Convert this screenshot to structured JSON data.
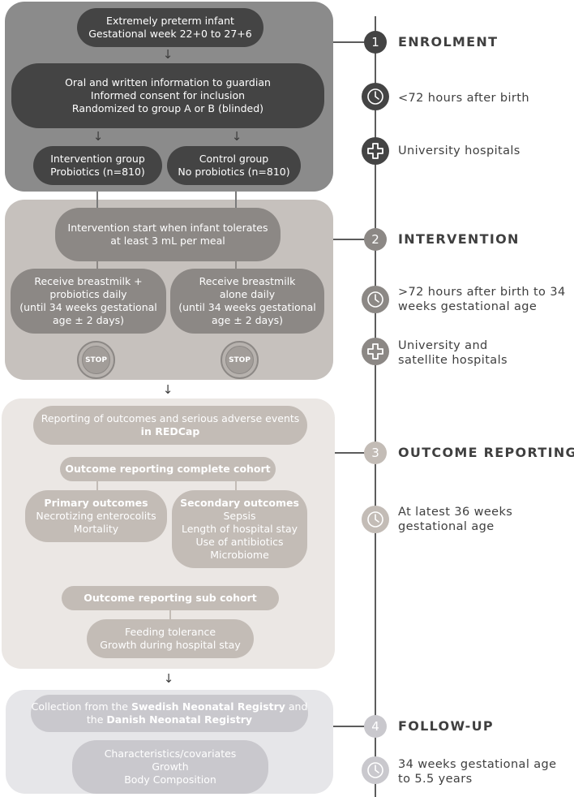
{
  "colors": {
    "stage1": "#595959",
    "stage2": "#8c8885",
    "stage3": "#bab5b1",
    "stage4": "#c9c8cd"
  },
  "enrolment": {
    "infant_box": [
      "Extremely preterm infant",
      "Gestational week 22+0 to 27+6"
    ],
    "consent_box": [
      "Oral and written information to guardian",
      "Informed consent for inclusion",
      "Randomized to group A or B (blinded)"
    ],
    "intervention_group": [
      "Intervention group",
      "Probiotics (n=810)"
    ],
    "control_group": [
      "Control group",
      "No probiotics (n=810)"
    ]
  },
  "intervention": {
    "start_box": [
      "Intervention start when infant tolerates",
      "at least 3 mL per meal"
    ],
    "left_box": [
      "Receive breastmilk +",
      "probiotics daily",
      "(until 34 weeks gestational",
      "age ± 2 days)"
    ],
    "right_box": [
      "Receive breastmilk",
      "alone daily",
      "(until 34 weeks gestational",
      "age ± 2 days)"
    ],
    "stop_label": "STOP"
  },
  "outcomes": {
    "reporting_line1": "Reporting of outcomes and serious adverse events",
    "reporting_line2_bold": "in REDCap",
    "complete_cohort": "Outcome reporting complete cohort",
    "primary_title": "Primary outcomes",
    "primary_items": [
      "Necrotizing enterocolits",
      "Mortality"
    ],
    "secondary_title": "Secondary outcomes",
    "secondary_items": [
      "Sepsis",
      "Length of hospital stay",
      "Use of antibiotics",
      "Microbiome"
    ],
    "sub_cohort": "Outcome reporting sub cohort",
    "sub_items": [
      "Feeding tolerance",
      "Growth during hospital stay"
    ]
  },
  "followup": {
    "collection_part1": "Collection from the ",
    "collection_bold1": "Swedish Neonatal Registry",
    "collection_part2": " and",
    "collection_part3": "the ",
    "collection_bold2": "Danish Neonatal Registry",
    "items": [
      "Characteristics/covariates",
      "Growth",
      "Body Composition"
    ]
  },
  "timeline": {
    "stages": [
      {
        "number": "1",
        "title": "ENROLMENT"
      },
      {
        "number": "2",
        "title": "INTERVENTION"
      },
      {
        "number": "3",
        "title": "OUTCOME REPORTING"
      },
      {
        "number": "4",
        "title": "FOLLOW-UP"
      }
    ],
    "s1_time": [
      "<72 hours after birth"
    ],
    "s1_place": [
      "University hospitals"
    ],
    "s2_time": [
      ">72 hours after birth to 34",
      "weeks gestational age"
    ],
    "s2_place": [
      "University and",
      "satellite hospitals"
    ],
    "s3_time": [
      "At latest 36 weeks",
      "gestational age"
    ],
    "s4_time": [
      "34 weeks gestational age",
      "to 5.5 years"
    ]
  },
  "icons": {
    "time": "clock-icon",
    "place": "hospital-cross-icon",
    "stop": "stop-sign-icon",
    "arrow": "down-arrow-icon"
  }
}
